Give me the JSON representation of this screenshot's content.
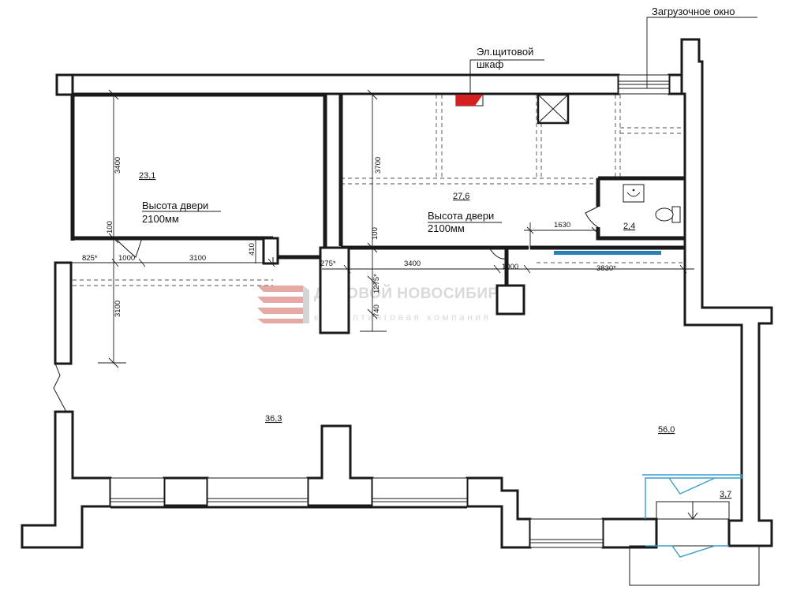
{
  "labels": {
    "loading_window": "Загрузочное окно",
    "panel_line1": "Эл.щитовой",
    "panel_line2": "шкаф",
    "door_left_line1": "Высота двери",
    "door_left_line2": "2100мм",
    "door_mid_line1": "Высота двери",
    "door_mid_line2": "2100мм"
  },
  "areas": {
    "room_a": "23,1",
    "room_b": "27,6",
    "room_wc": "2,4",
    "room_main_left": "36,3",
    "room_main_right": "56,0",
    "room_vestibule": "3,7"
  },
  "dimensions": {
    "v_3400": "3400",
    "v_100_left": "100",
    "v_3100": "3100",
    "v_410": "410",
    "h_825": "825*",
    "h_1000_left": "1000",
    "h_3100": "3100",
    "v_3700": "3700",
    "v_100_mid": "100",
    "v_1275": "1275*",
    "v_740": "740",
    "h_275": "275*",
    "h_3400": "3400",
    "h_1000_mid": "1000",
    "h_1630": "1630",
    "h_3830": "3830*"
  },
  "watermark": {
    "line1": "ДЕЛОВОЙ НОВОСИБИРСК",
    "line2": "консалтинговая компания"
  },
  "colors": {
    "electrical_panel": "#d42020",
    "blue_accent": "#2a7fb8",
    "watermark_logo": "#e7a9a4"
  }
}
